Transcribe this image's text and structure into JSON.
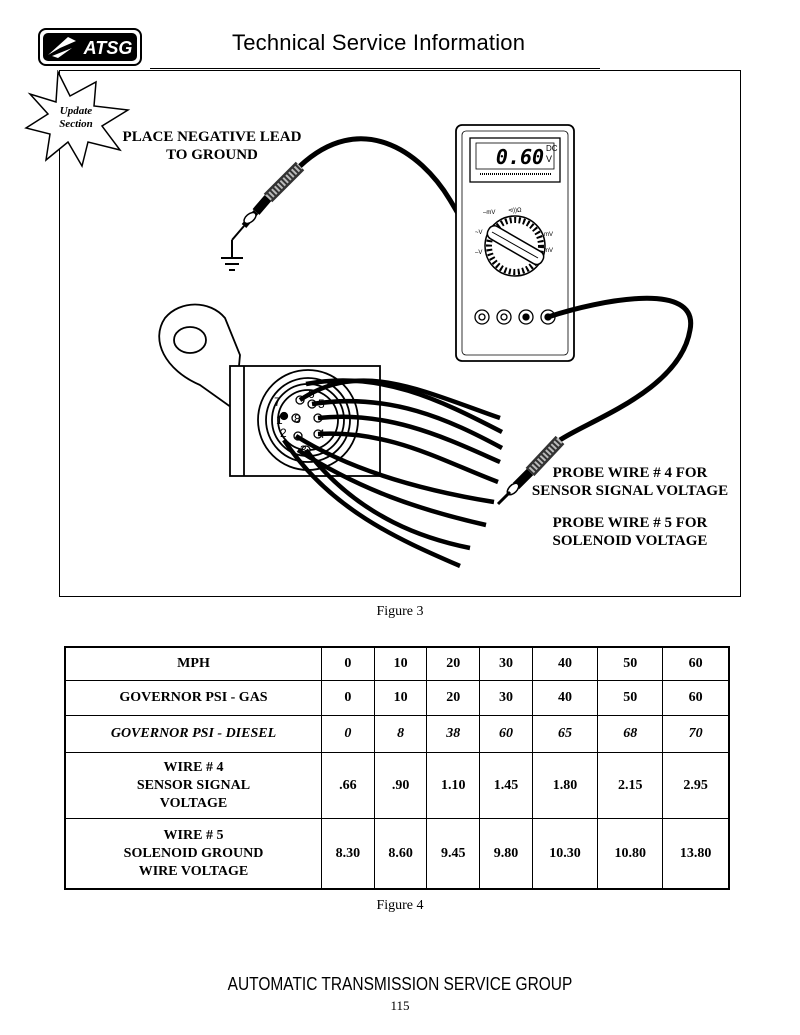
{
  "header": {
    "logo_text": "ATSG",
    "title": "Technical Service Information"
  },
  "badge": {
    "line1": "Update",
    "line2": "Section"
  },
  "figure3": {
    "callout_ground_line1": "PLACE NEGATIVE LEAD",
    "callout_ground_line2": "TO GROUND",
    "callout_wire4_line1": "PROBE WIRE # 4 FOR",
    "callout_wire4_line2": "SENSOR SIGNAL VOLTAGE",
    "callout_wire5_line1": "PROBE WIRE # 5 FOR",
    "callout_wire5_line2": "SOLENOID  VOLTAGE",
    "meter_reading": "0.60",
    "meter_unit_dc": "DC",
    "meter_unit_v": "V",
    "pin_labels": [
      "1",
      "2",
      "3",
      "4",
      "5",
      "6",
      "7",
      "8"
    ],
    "caption": "Figure 3"
  },
  "table": {
    "rows": [
      {
        "label": [
          "MPH"
        ],
        "values": [
          "0",
          "10",
          "20",
          "30",
          "40",
          "50",
          "60"
        ]
      },
      {
        "label": [
          "GOVERNOR PSI -  GAS"
        ],
        "values": [
          "0",
          "10",
          "20",
          "30",
          "40",
          "50",
          "60"
        ]
      },
      {
        "label": [
          "GOVERNOR PSI - DIESEL"
        ],
        "values": [
          "0",
          "8",
          "38",
          "60",
          "65",
          "68",
          "70"
        ]
      },
      {
        "label": [
          "WIRE # 4",
          "SENSOR SIGNAL",
          "VOLTAGE"
        ],
        "values": [
          ".66",
          ".90",
          "1.10",
          "1.45",
          "1.80",
          "2.15",
          "2.95"
        ]
      },
      {
        "label": [
          "WIRE # 5",
          "SOLENOID GROUND",
          "WIRE VOLTAGE"
        ],
        "values": [
          "8.30",
          "8.60",
          "9.45",
          "9.80",
          "10.30",
          "10.80",
          "13.80"
        ]
      }
    ],
    "caption": "Figure 4"
  },
  "footer": {
    "title": "AUTOMATIC TRANSMISSION SERVICE GROUP",
    "page_number": "115"
  }
}
